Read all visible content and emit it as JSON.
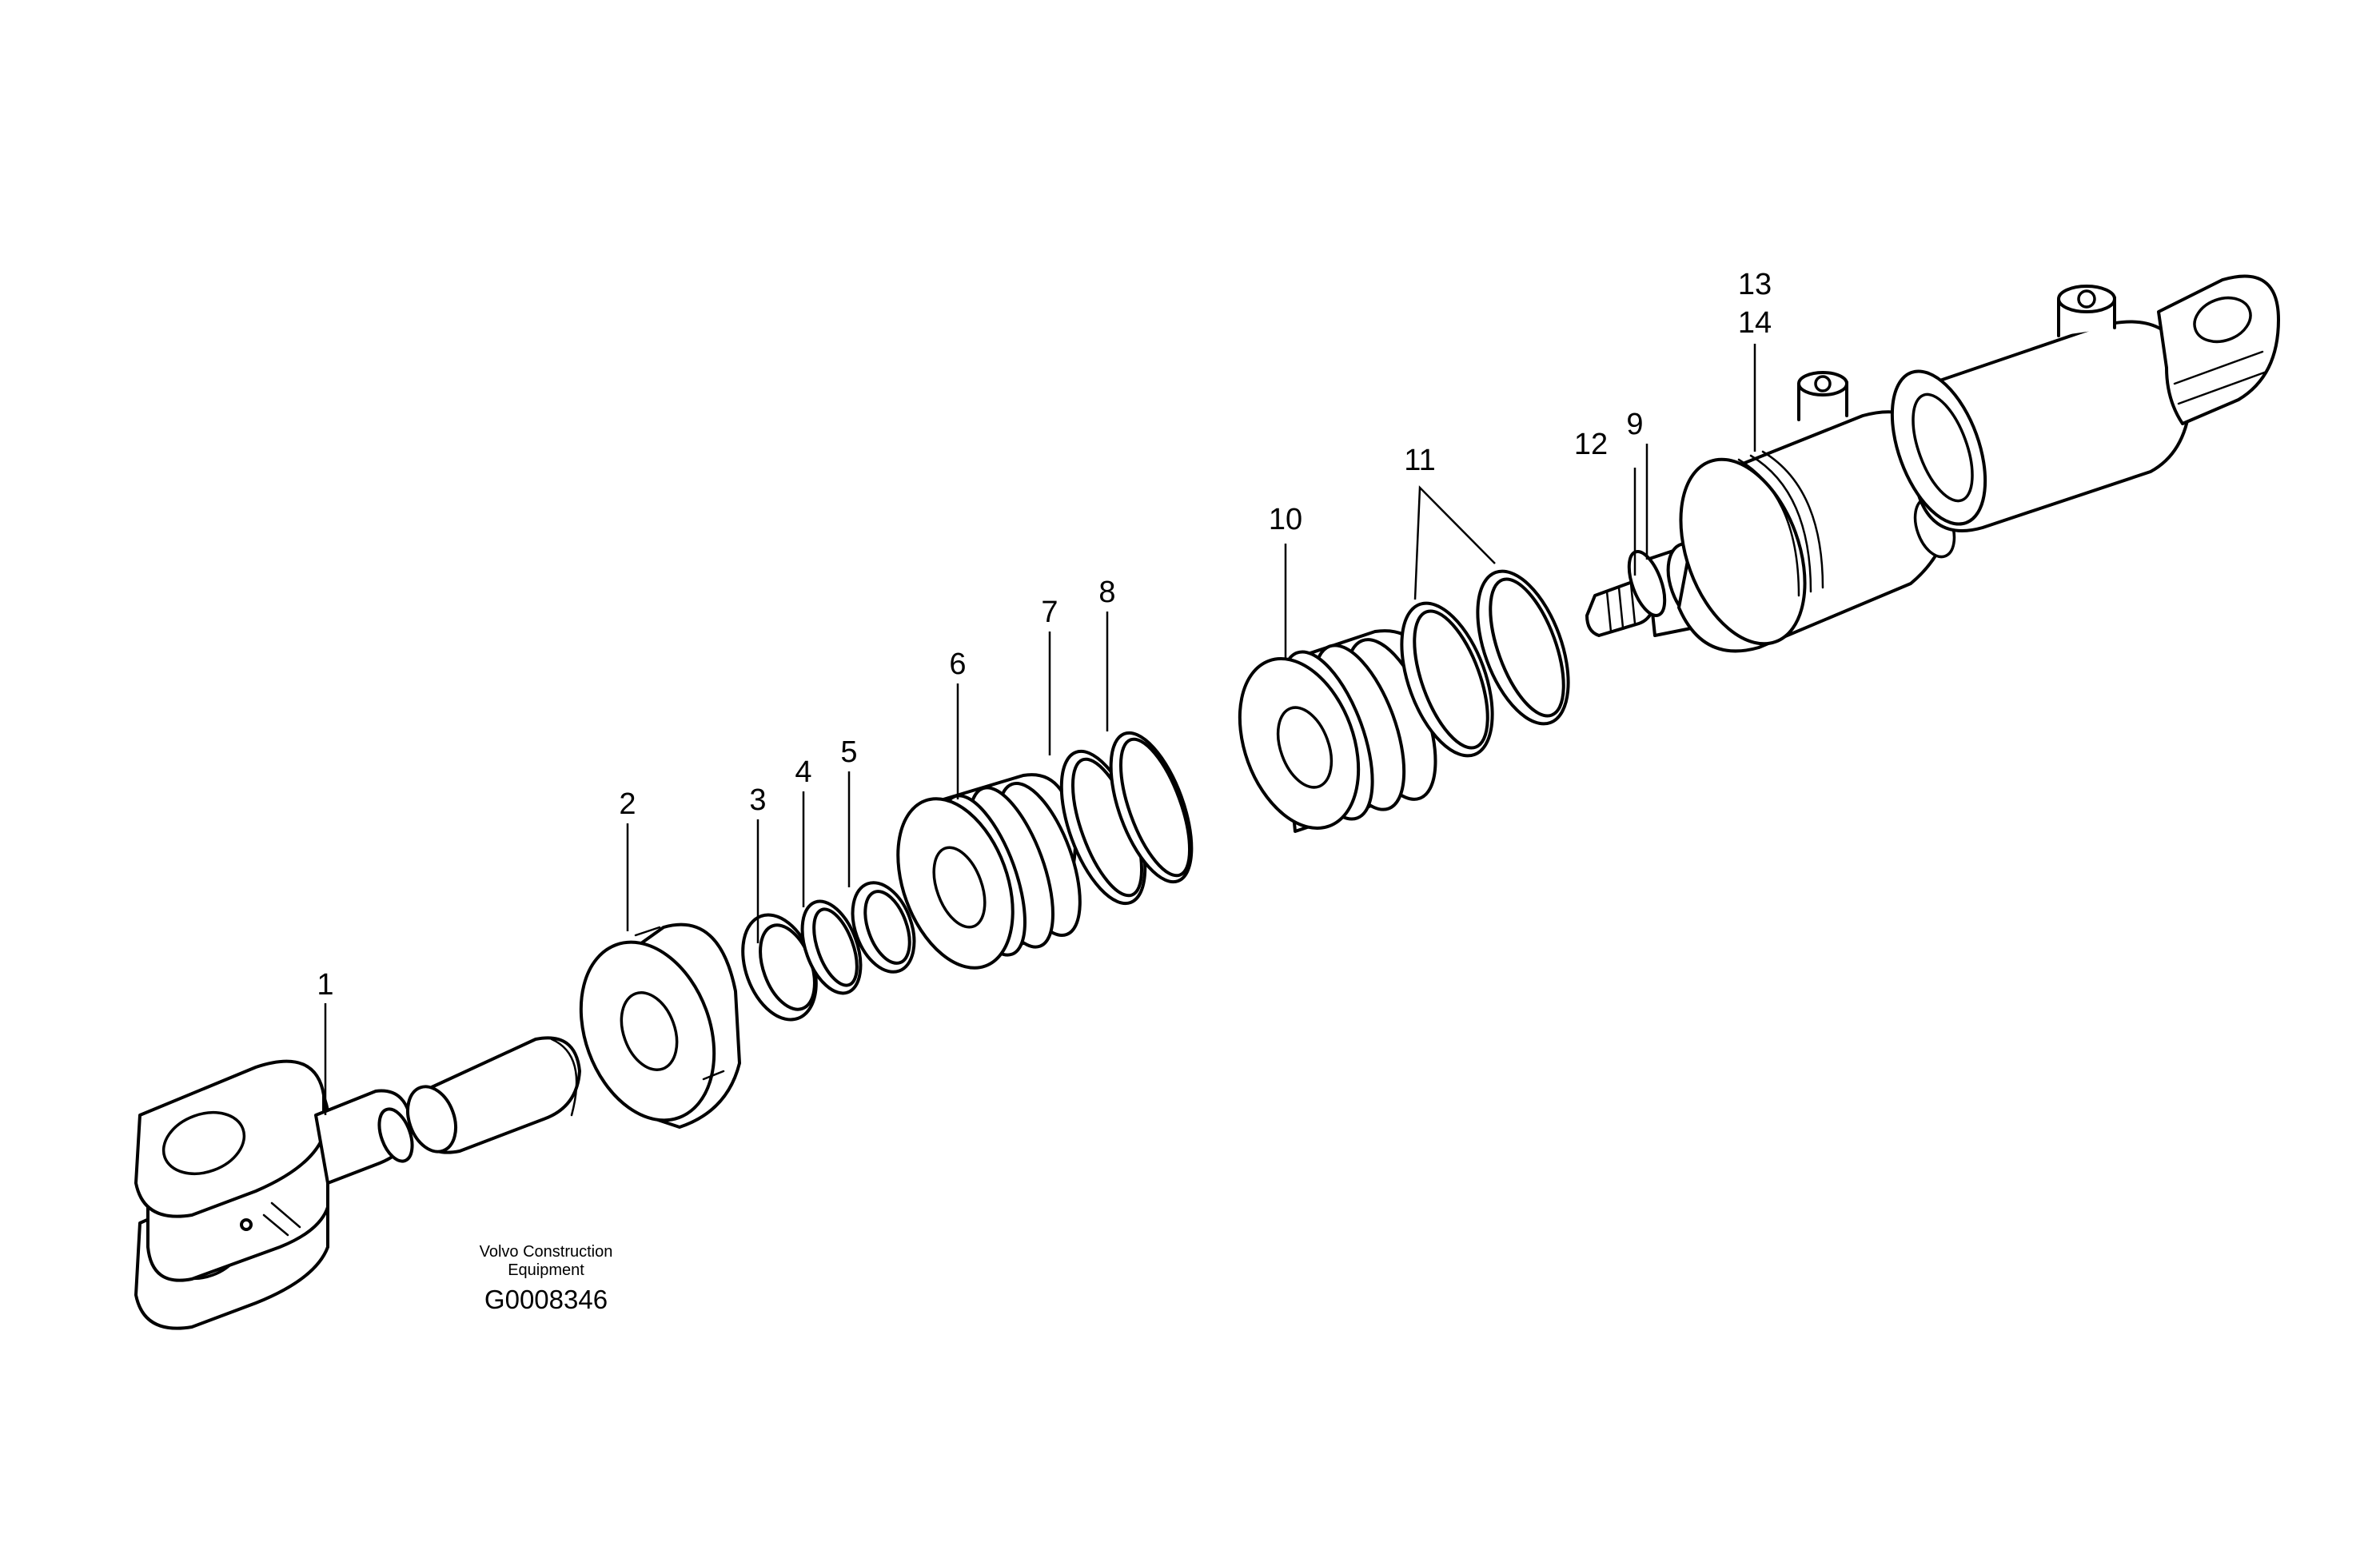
{
  "figure": {
    "callouts": {
      "c1": "1",
      "c2": "2",
      "c3": "3",
      "c4": "4",
      "c5": "5",
      "c6": "6",
      "c7": "7",
      "c8": "8",
      "c9": "9",
      "c10": "10",
      "c11": "11",
      "c12": "12",
      "c13": "13",
      "c14": "14"
    },
    "credit": {
      "line1": "Volvo Construction",
      "line2": "Equipment",
      "code": "G0008346"
    }
  }
}
